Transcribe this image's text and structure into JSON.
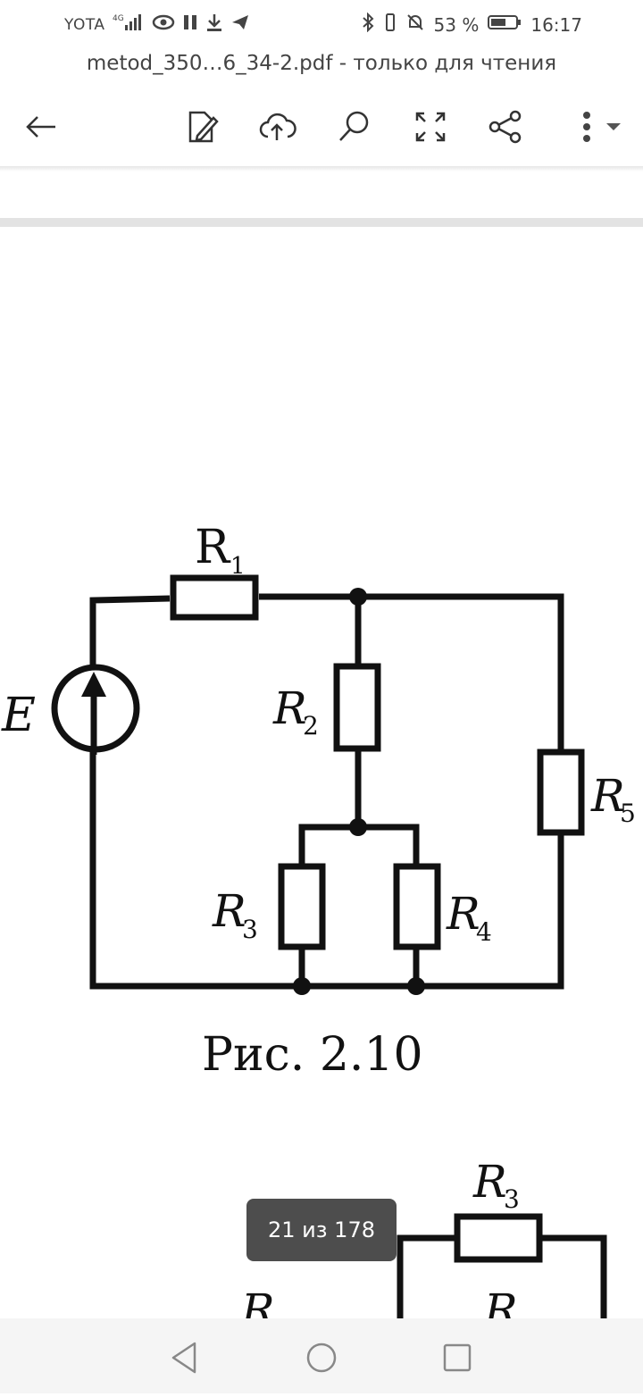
{
  "status_bar": {
    "carrier": "YOTA",
    "network": "4G",
    "battery_percent": "53 %",
    "time": "16:17",
    "icons_left": [
      "signal-icon",
      "eye-icon",
      "pause-icon",
      "download-icon",
      "telegram-icon"
    ],
    "icons_right": [
      "bluetooth-icon",
      "vibrate-icon",
      "bell-off-icon",
      "battery-icon"
    ]
  },
  "document": {
    "title": "metod_350…6_34-2.pdf - только для чтения"
  },
  "toolbar": {
    "buttons": [
      "back-arrow-icon",
      "edit-icon",
      "cloud-upload-icon",
      "search-icon",
      "fullscreen-icon",
      "share-icon",
      "more-vert-icon"
    ]
  },
  "figure": {
    "labels": {
      "r1": "R",
      "r1_sub": "1",
      "r2": "R",
      "r2_sub": "2",
      "r3": "R",
      "r3_sub": "3",
      "r4": "R",
      "r4_sub": "4",
      "r5": "R",
      "r5_sub": "5",
      "e": "E"
    },
    "caption": "Рис. 2.10"
  },
  "next_figure": {
    "r3": "R",
    "r3_sub": "3",
    "r_left": "R",
    "r_mid": "R"
  },
  "page_indicator": "21 из 178",
  "nav_bar": {
    "buttons": [
      "back-triangle-icon",
      "home-circle-icon",
      "recents-square-icon"
    ]
  },
  "colors": {
    "background": "#ffffff",
    "wire": "#111111",
    "indicator_bg": "#4d4d4d",
    "nav_bg": "#f5f5f5"
  }
}
